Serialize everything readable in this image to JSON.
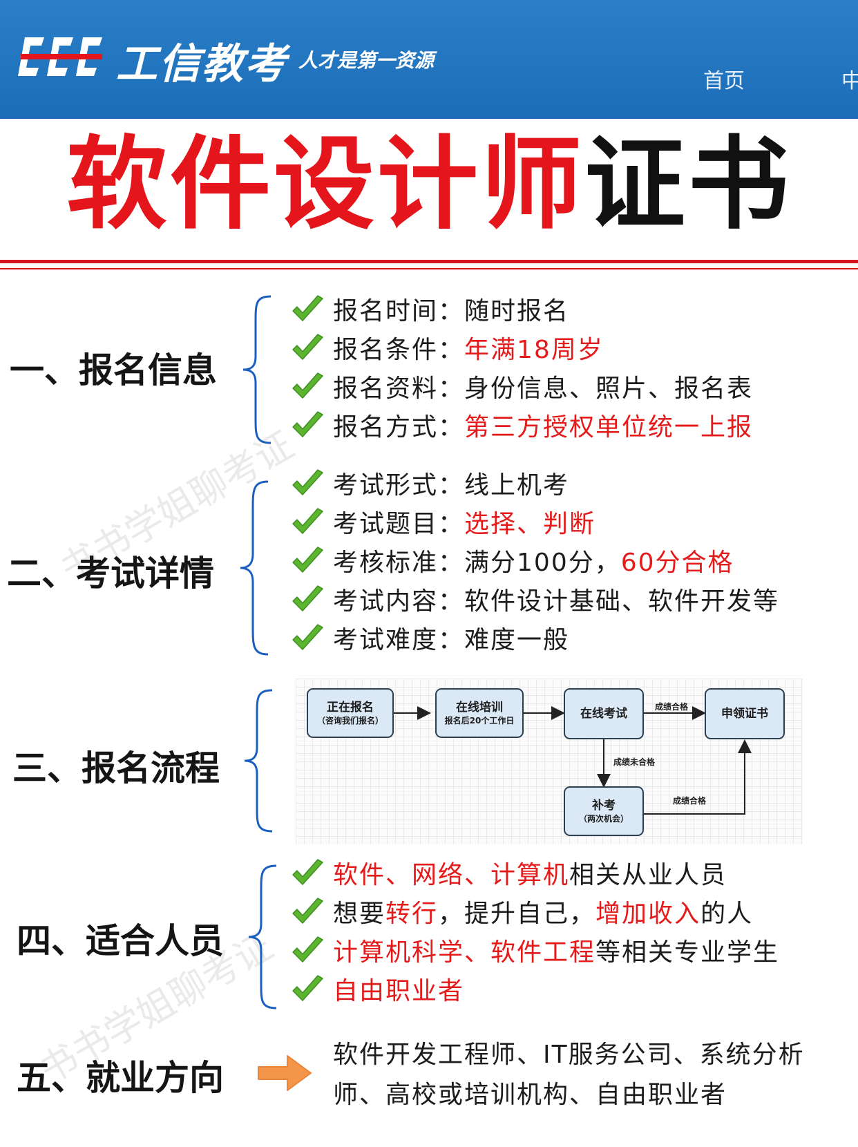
{
  "header": {
    "logo_text": "CEC",
    "brand_name": "工信教考",
    "slogan": "人才是第一资源",
    "nav_home": "首页",
    "nav_next_partial": "中"
  },
  "title": {
    "red_part": "软件设计师",
    "black_part": "证书"
  },
  "watermark": "书书学姐聊考证",
  "colors": {
    "brand_blue": "#1c6db8",
    "accent_red": "#e4161c",
    "brace_blue": "#1a5fc0",
    "check_green": "#5cb531",
    "arrow_orange": "#f4964a"
  },
  "section1": {
    "heading": "一、报名信息",
    "items": [
      {
        "label": "报名时间：",
        "value": "随时报名"
      },
      {
        "label": "报名条件：",
        "value": "年满18周岁"
      },
      {
        "label": "报名资料：",
        "value": "身份信息、照片、报名表"
      },
      {
        "label": "报名方式：",
        "value": "第三方授权单位统一上报"
      }
    ]
  },
  "section2": {
    "heading": "二、考试详情",
    "items": [
      {
        "label": "考试形式：",
        "value": "线上机考"
      },
      {
        "label": "考试题目：",
        "value": "选择、判断"
      },
      {
        "label": "考核标准：",
        "value": "满分100分，",
        "value_red": "60分合格"
      },
      {
        "label": "考试内容：",
        "value": "软件设计基础、软件开发等"
      },
      {
        "label": "考试难度：",
        "value": "难度一般"
      }
    ]
  },
  "section3": {
    "heading": "三、报名流程",
    "nodes": {
      "apply": {
        "title": "正在报名",
        "sub": "（咨询我们报名）"
      },
      "train": {
        "title": "在线培训",
        "sub": "报名后20个工作日"
      },
      "exam": {
        "title": "在线考试"
      },
      "cert": {
        "title": "申领证书"
      },
      "retake": {
        "title": "补考",
        "sub": "（两次机会）"
      }
    },
    "edges": {
      "pass": "成绩合格",
      "fail": "成绩未合格",
      "retake_pass": "成绩合格"
    }
  },
  "section4": {
    "heading": "四、适合人员",
    "items": [
      {
        "r1": "软件、网络、计算机",
        "t1": "相关从业人员"
      },
      {
        "t1": "想要",
        "r1": "转行",
        "t2": "，提升自己，",
        "r2": "增加收入",
        "t3": "的人"
      },
      {
        "r1": "计算机科学、软件工程",
        "t1": "等相关专业学生"
      },
      {
        "r1": "自由职业者"
      }
    ]
  },
  "section5": {
    "heading": "五、就业方向",
    "text": "软件开发工程师、IT服务公司、系统分析师、高校或培训机构、自由职业者"
  }
}
